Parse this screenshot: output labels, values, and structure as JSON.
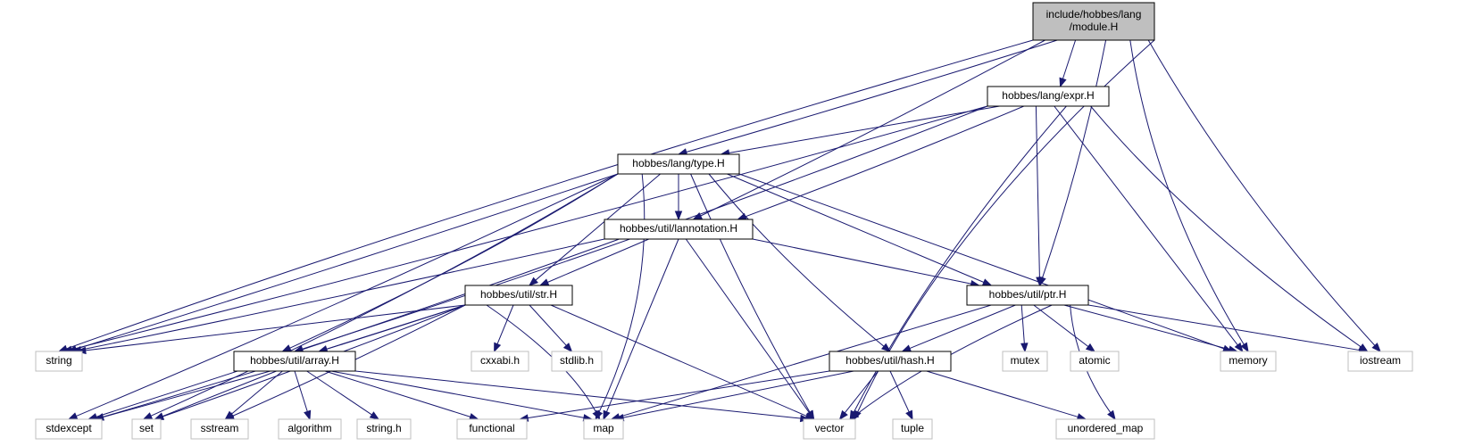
{
  "colors": {
    "edge": "#191970",
    "root_fill": "#bfbfbf",
    "internal_border": "#000000",
    "external_border": "#bfbfbf"
  },
  "nodes": {
    "module": [
      "include/hobbes/lang",
      "/module.H"
    ],
    "expr": [
      "hobbes/lang/expr.H"
    ],
    "type": [
      "hobbes/lang/type.H"
    ],
    "lannotation": [
      "hobbes/util/lannotation.H"
    ],
    "str": [
      "hobbes/util/str.H"
    ],
    "ptr": [
      "hobbes/util/ptr.H"
    ],
    "array": [
      "hobbes/util/array.H"
    ],
    "hash": [
      "hobbes/util/hash.H"
    ],
    "string": [
      "string"
    ],
    "stdexcept": [
      "stdexcept"
    ],
    "set": [
      "set"
    ],
    "sstream": [
      "sstream"
    ],
    "algorithm": [
      "algorithm"
    ],
    "string_h": [
      "string.h"
    ],
    "functional": [
      "functional"
    ],
    "map": [
      "map"
    ],
    "cxxabi": [
      "cxxabi.h"
    ],
    "stdlib": [
      "stdlib.h"
    ],
    "vector": [
      "vector"
    ],
    "tuple": [
      "tuple"
    ],
    "unordered_map": [
      "unordered_map"
    ],
    "mutex": [
      "mutex"
    ],
    "atomic": [
      "atomic"
    ],
    "memory": [
      "memory"
    ],
    "iostream": [
      "iostream"
    ]
  }
}
